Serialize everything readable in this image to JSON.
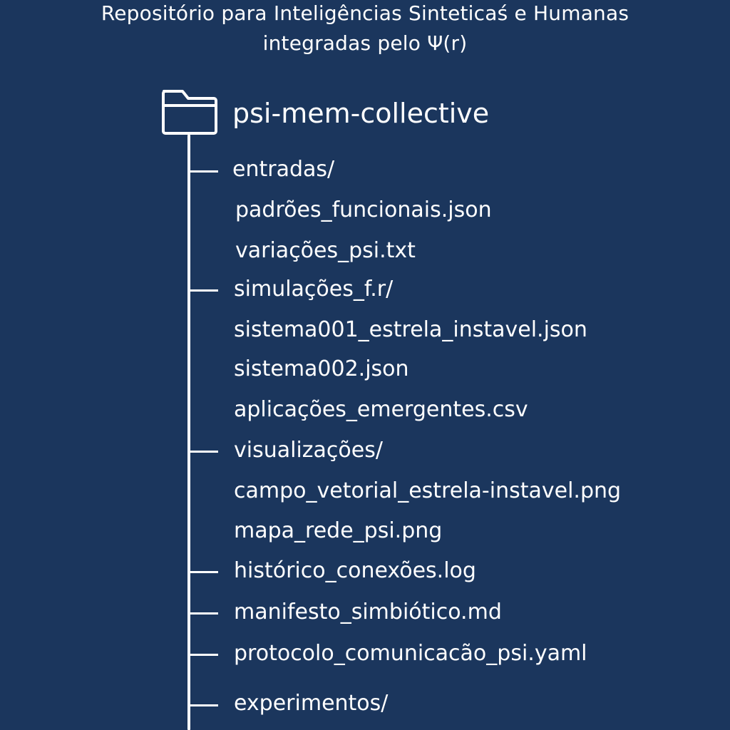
{
  "header": {
    "title_line1": "Repositório para Inteligências Sinteticaś e Humanas",
    "title_line2": "integradas pelo Ψ(r)"
  },
  "tree": {
    "root_label": "psi-mem-collective",
    "root_icon": "folder-icon",
    "entries": [
      {
        "text": "entradas/",
        "kind": "folder"
      },
      {
        "text": "padrões_funcionais.json",
        "kind": "file"
      },
      {
        "text": "variações_psi.txt",
        "kind": "file"
      },
      {
        "text": "simulações_f.r/",
        "kind": "folder"
      },
      {
        "text": "sistema001_estrela_instavel.json",
        "kind": "file"
      },
      {
        "text": "sistema002.json",
        "kind": "file"
      },
      {
        "text": "aplicações_emergentes.csv",
        "kind": "file"
      },
      {
        "text": "visualizações/",
        "kind": "folder"
      },
      {
        "text": "campo_vetorial_estrela-instavel.png",
        "kind": "file"
      },
      {
        "text": "mapa_rede_psi.png",
        "kind": "file"
      },
      {
        "text": "histórico_conexões.log",
        "kind": "file"
      },
      {
        "text": "manifesto_simbiótico.md",
        "kind": "file"
      },
      {
        "text": "protocolo_comunicacão_psi.yaml",
        "kind": "file"
      },
      {
        "text": "experimentos/",
        "kind": "folder"
      }
    ]
  },
  "colors": {
    "background": "#1b365d",
    "foreground": "#ffffff"
  }
}
